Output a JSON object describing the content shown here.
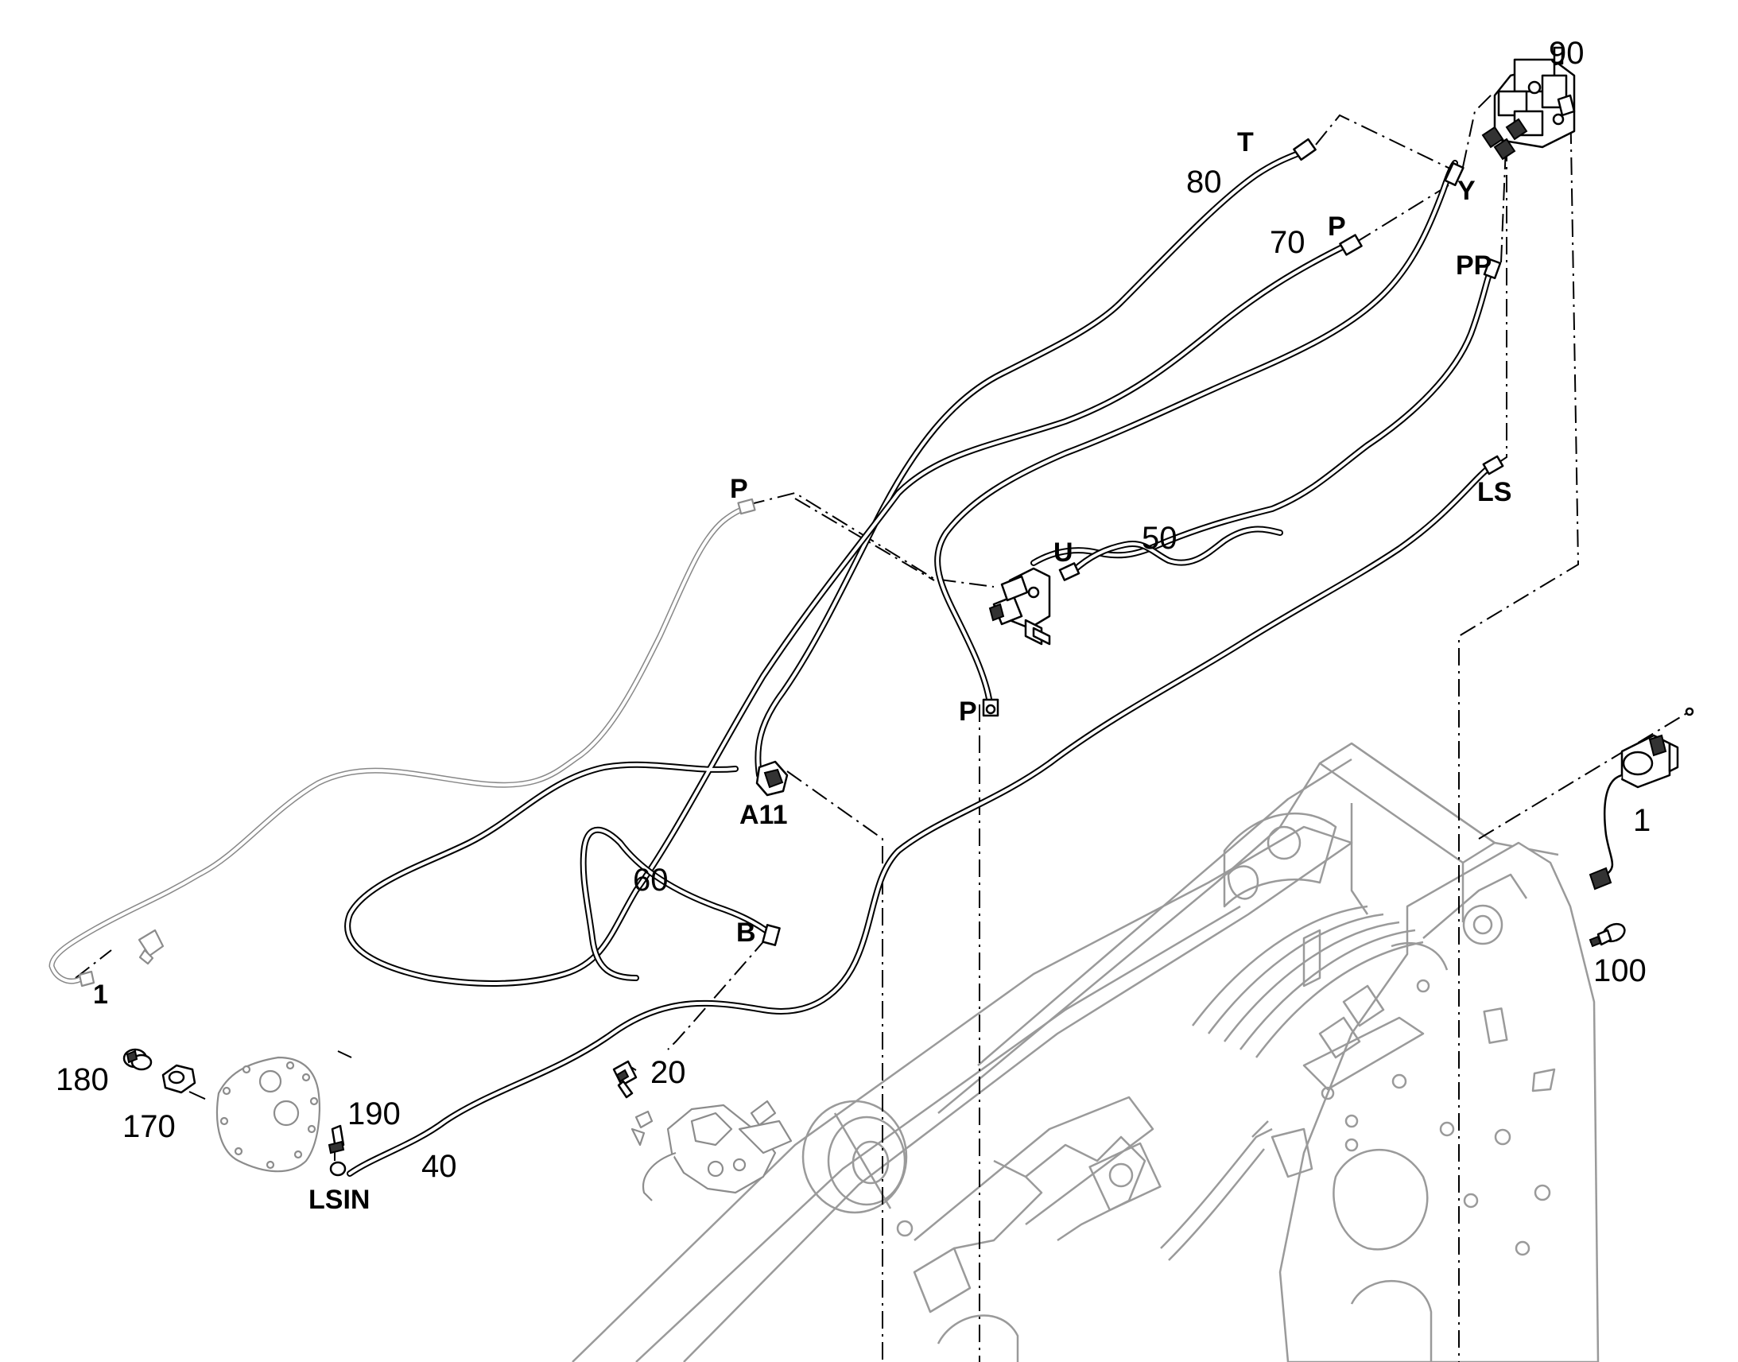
{
  "callouts": {
    "c90": "90",
    "c80": "80",
    "c70": "70",
    "c50": "50",
    "c60": "60",
    "c40": "40",
    "c20": "20",
    "c1_right": "1",
    "c1_left": "1",
    "c100": "100",
    "c180": "180",
    "c170": "170",
    "c190": "190"
  },
  "ports": {
    "T": "T",
    "Y": "Y",
    "P_top": "P",
    "PP": "PP",
    "LS": "LS",
    "P_left": "P",
    "U": "U",
    "P_center": "P",
    "A11": "A11",
    "B": "B",
    "LSIN": "LSIN"
  }
}
